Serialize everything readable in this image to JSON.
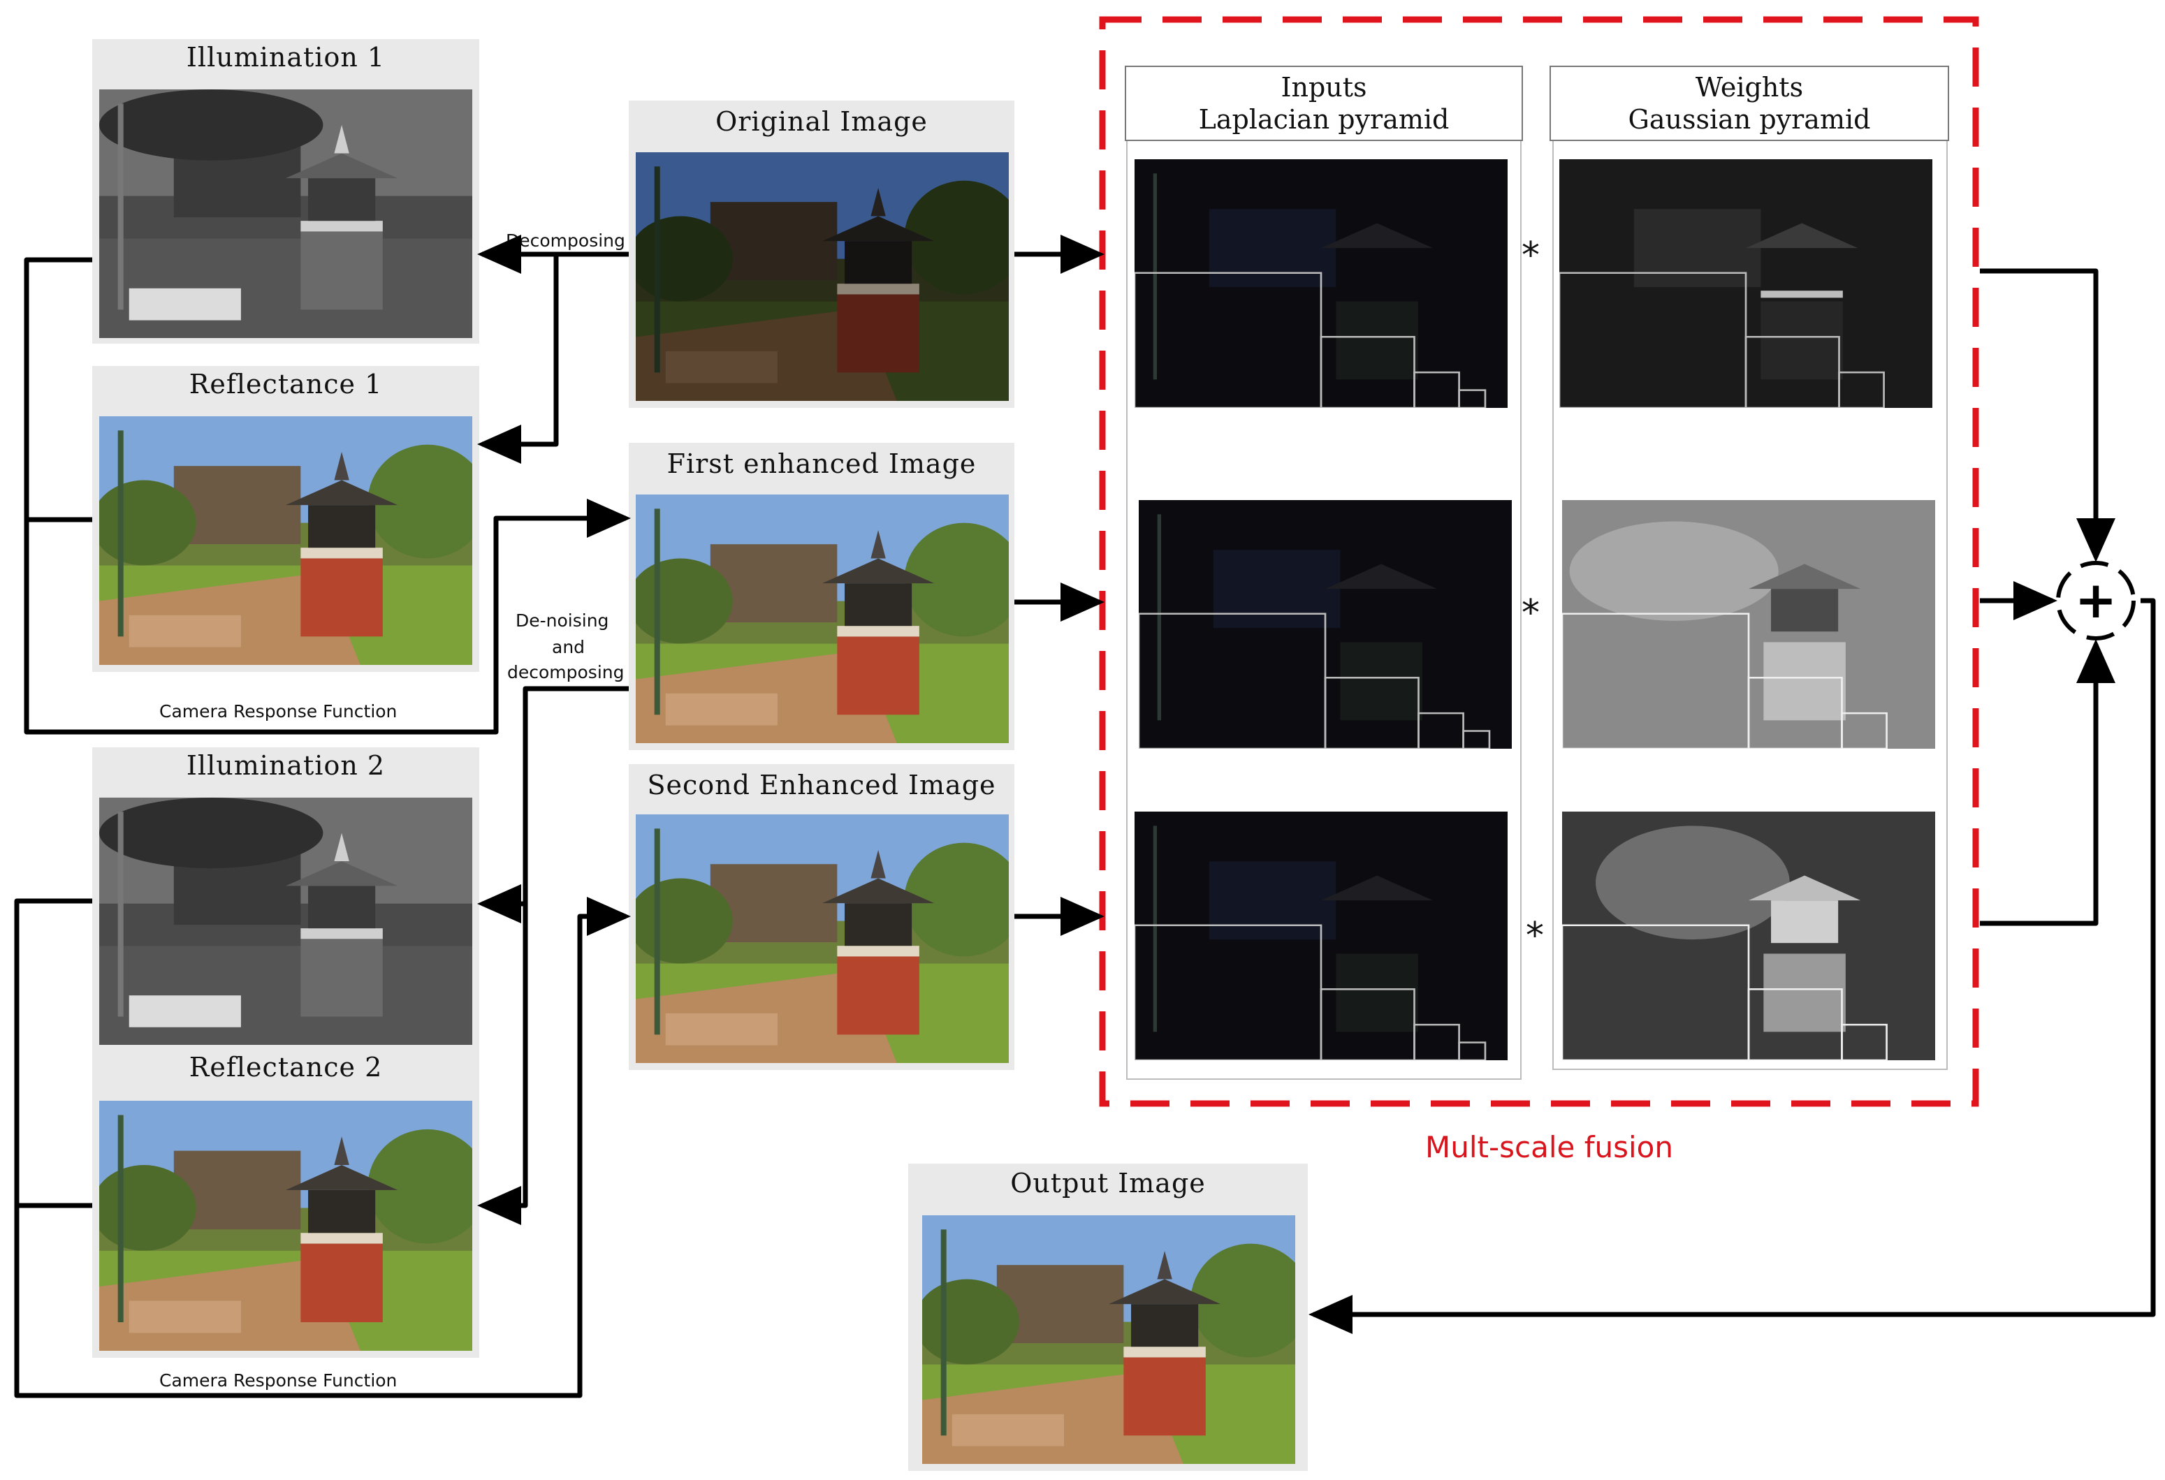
{
  "panels": {
    "illumination1": "Illumination 1",
    "reflectance1": "Reflectance 1",
    "illumination2": "Illumination 2",
    "reflectance2": "Reflectance 2",
    "original": "Original Image",
    "first_enhanced": "First enhanced Image",
    "second_enhanced": "Second Enhanced Image",
    "output": "Output Image"
  },
  "labels": {
    "decomposing": "Decomposing",
    "denoising_line1": "De-noising",
    "denoising_line2": "and",
    "denoising_line3": "decomposing",
    "crf1": "Camera Response Function",
    "crf2": "Camera Response Function"
  },
  "fusion": {
    "inputs_line1": "Inputs",
    "inputs_line2": "Laplacian pyramid",
    "weights_line1": "Weights",
    "weights_line2": "Gaussian pyramid",
    "star_symbol": "*",
    "plus_symbol": "+",
    "title": "Mult-scale fusion",
    "title_color": "#d9141c"
  },
  "colors": {
    "frame_red": "#e0141c",
    "arrow": "#000000",
    "panel_bg": "#e9e9e9"
  }
}
